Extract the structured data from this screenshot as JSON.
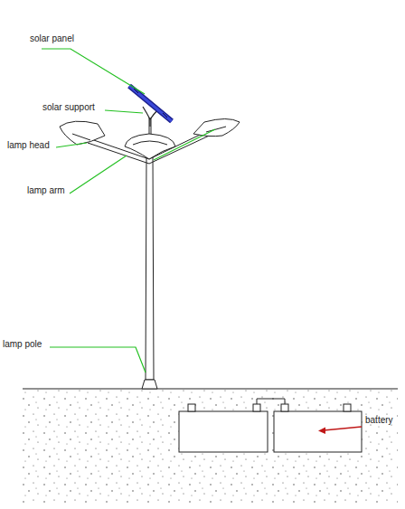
{
  "diagram": {
    "labels": [
      "solar panel",
      "solar support",
      "lamp head",
      "lamp arm",
      "lamp pole",
      "battery"
    ]
  }
}
